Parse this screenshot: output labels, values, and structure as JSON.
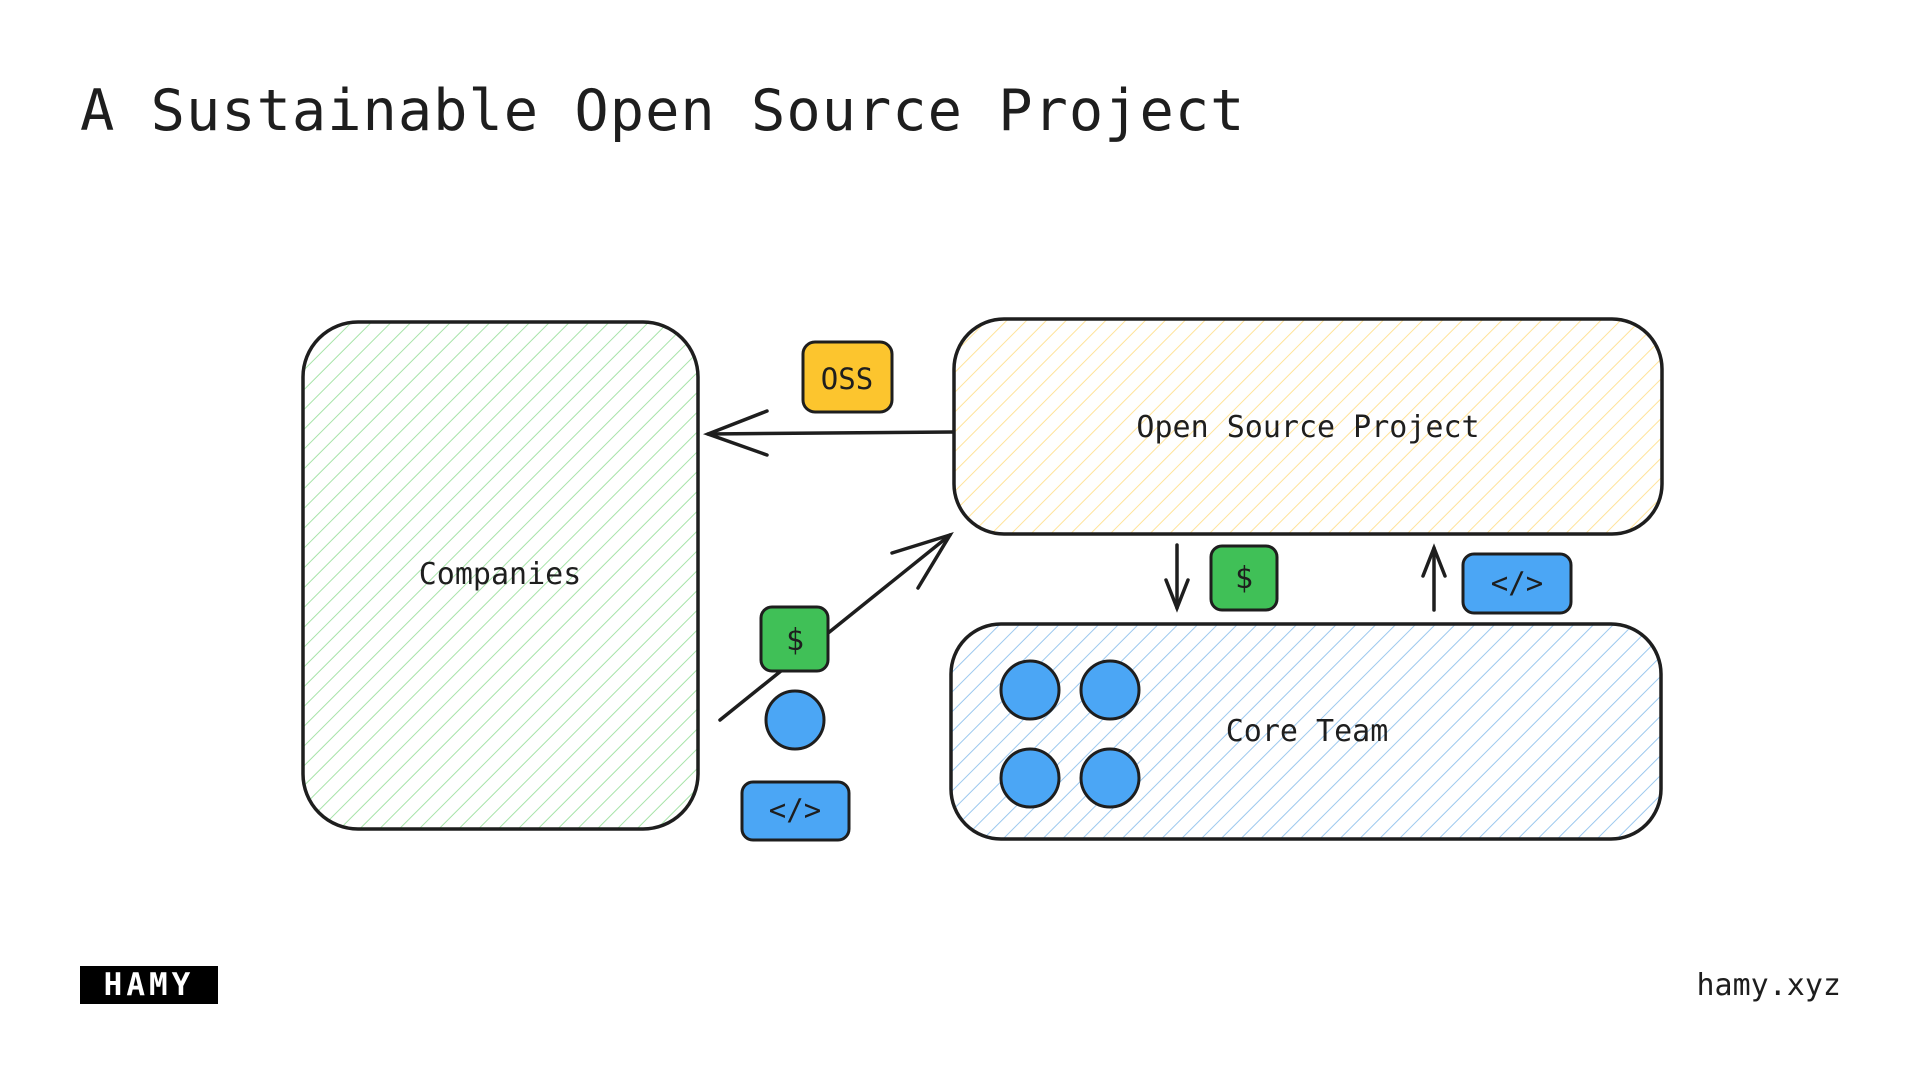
{
  "title": "A Sustainable Open Source Project",
  "nodes": {
    "companies": "Companies",
    "open_source_project": "Open Source Project",
    "core_team": "Core Team"
  },
  "badges": {
    "oss": "OSS",
    "money_companies": "$",
    "money_core": "$",
    "code_companies": "</>",
    "code_core": "</>"
  },
  "footer": {
    "logo_text": "HAMY",
    "site": "hamy.xyz"
  },
  "colors": {
    "companies_hatch": "#a7e3a9",
    "project_hatch": "#ffe39a",
    "core_hatch": "#9cc8ee",
    "money_badge": "#40c057",
    "oss_badge": "#fcc52e",
    "code_badge": "#4ba6f5",
    "person": "#4ba6f5",
    "stroke": "#1e1e1e"
  },
  "icons": [
    "arrow-left-icon",
    "arrow-diagonal-icon",
    "arrow-down-icon",
    "arrow-up-icon",
    "person-circle-icon"
  ]
}
